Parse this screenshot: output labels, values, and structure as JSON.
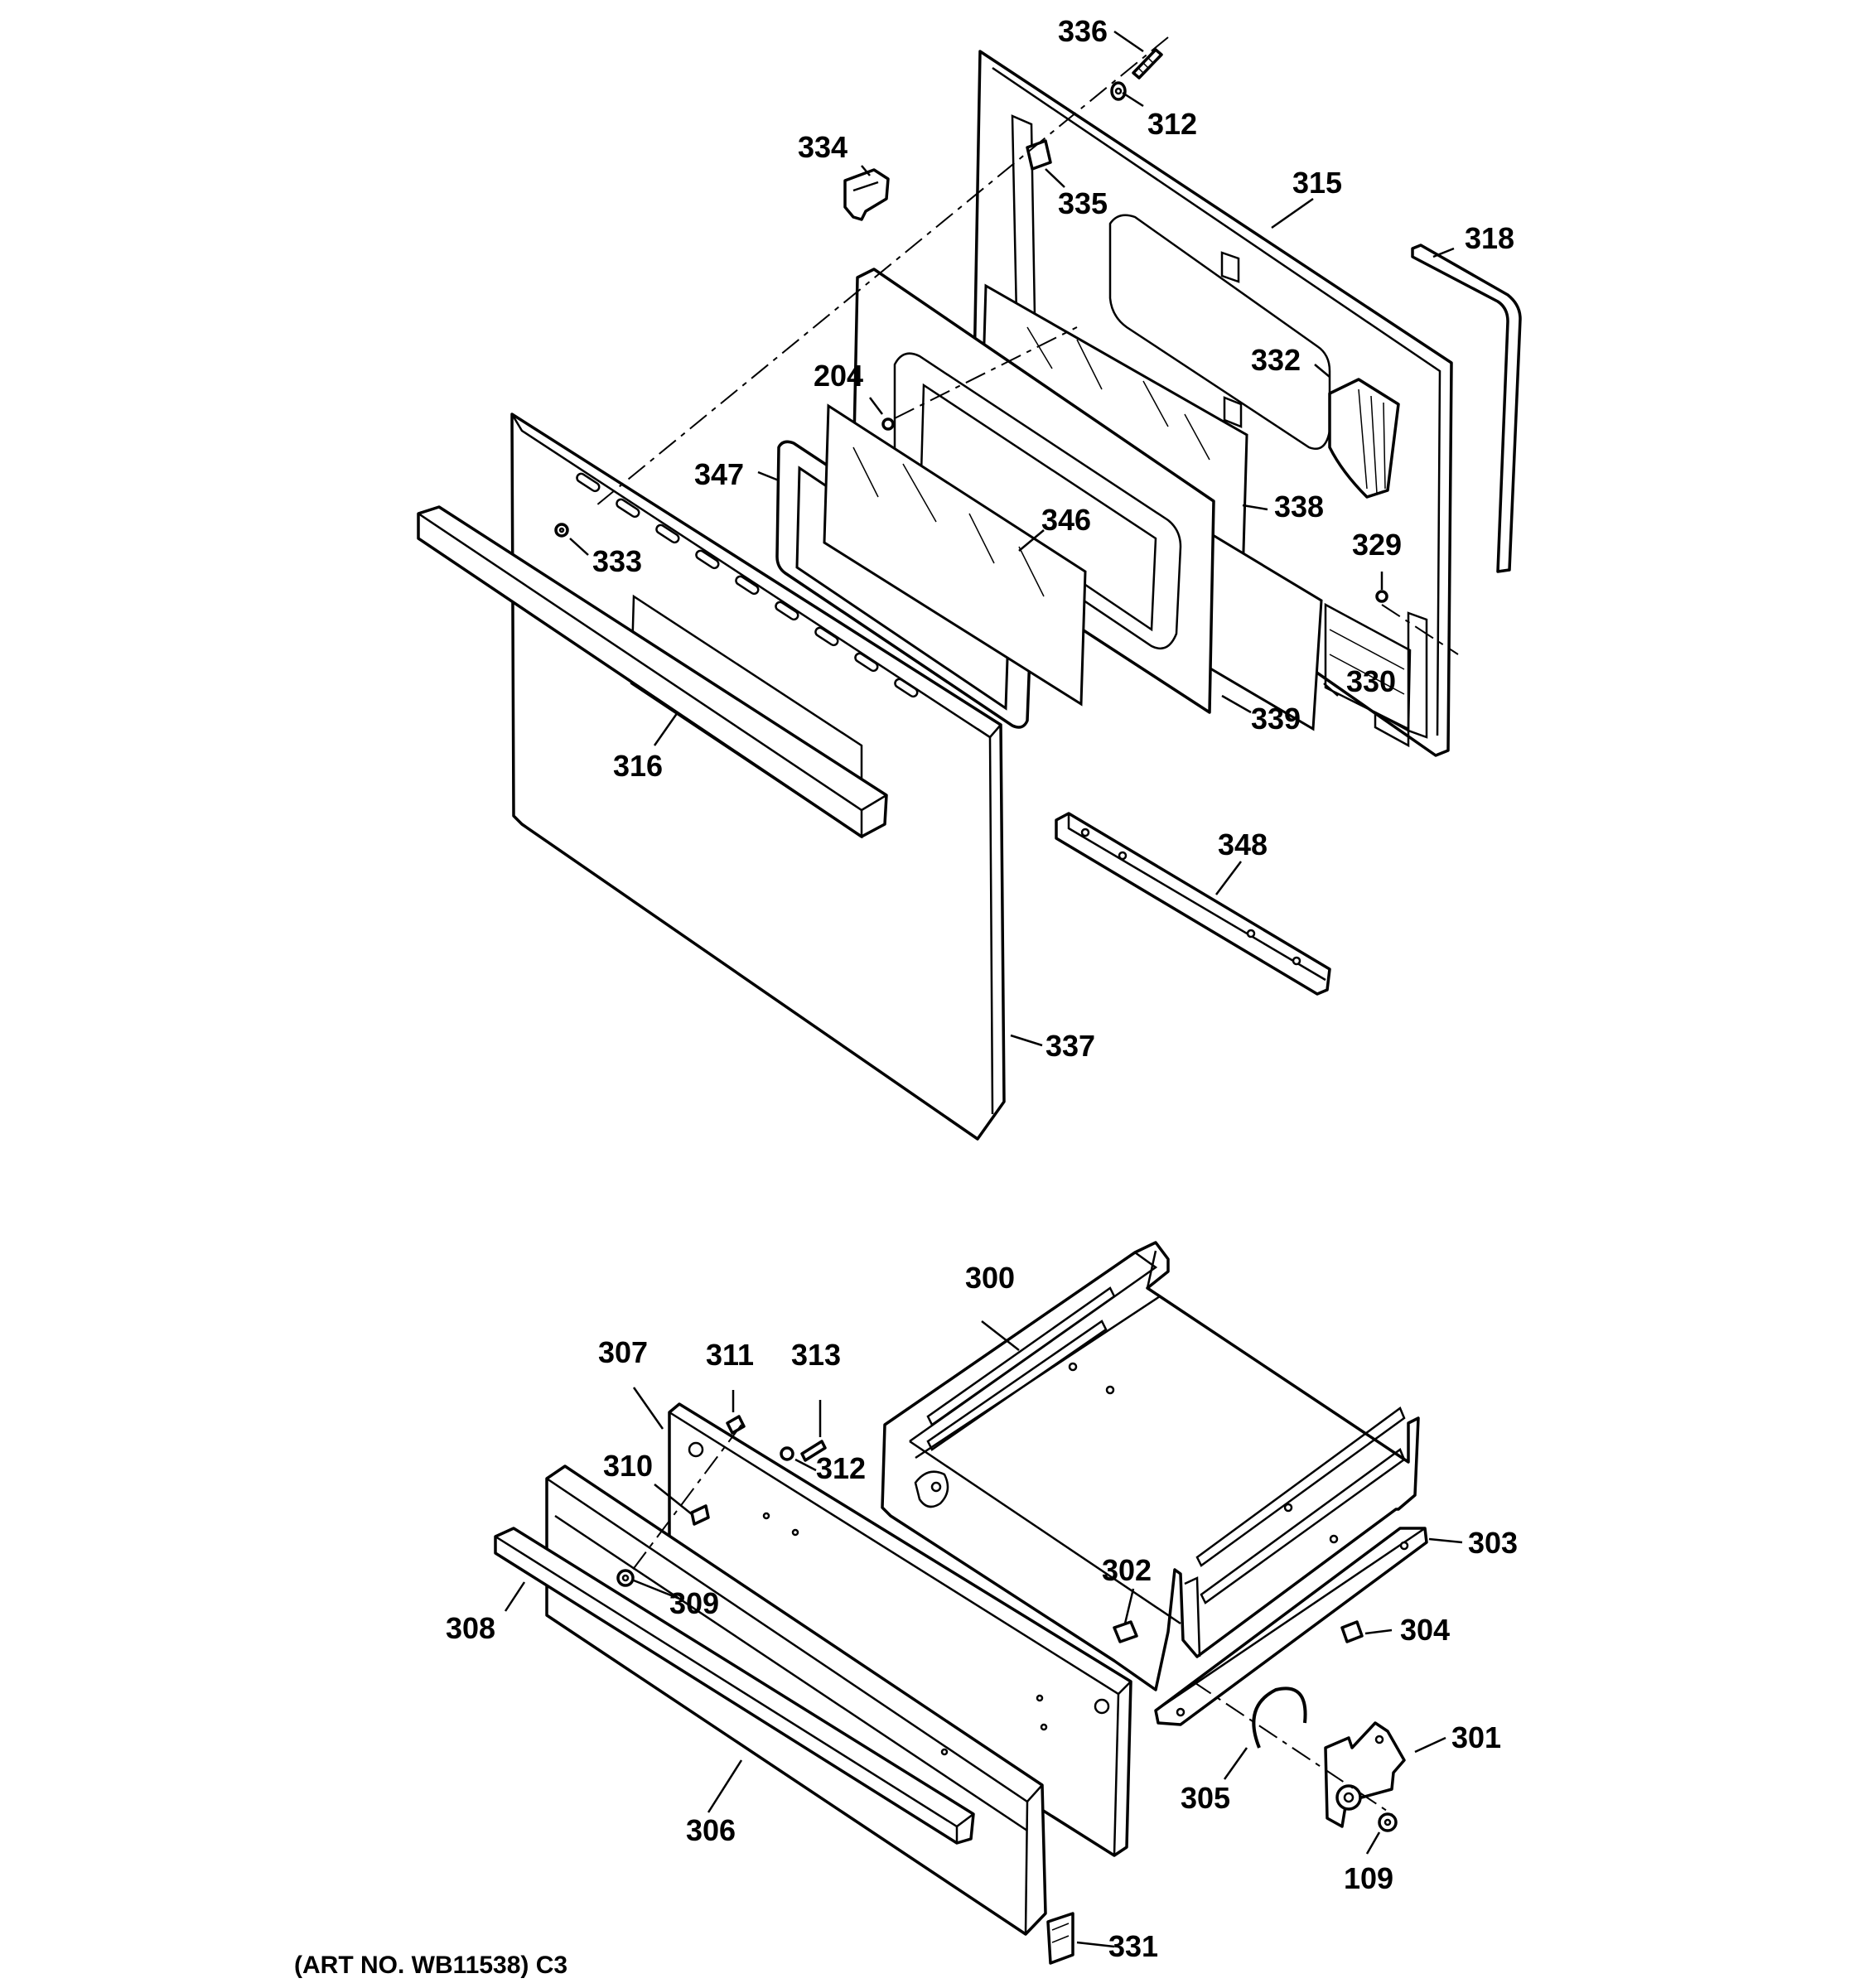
{
  "callouts": {
    "c336": "336",
    "c312a": "312",
    "c334": "334",
    "c335": "335",
    "c315": "315",
    "c318": "318",
    "c332": "332",
    "c204": "204",
    "c347": "347",
    "c346": "346",
    "c338": "338",
    "c329": "329",
    "c333": "333",
    "c330": "330",
    "c339": "339",
    "c316": "316",
    "c348": "348",
    "c337": "337",
    "c300": "300",
    "c307": "307",
    "c311": "311",
    "c313": "313",
    "c312b": "312",
    "c310": "310",
    "c303": "303",
    "c302": "302",
    "c309": "309",
    "c308": "308",
    "c304": "304",
    "c301": "301",
    "c305": "305",
    "c306": "306",
    "c109": "109",
    "c331": "331"
  },
  "caption": "(ART NO. WB11538) C3"
}
